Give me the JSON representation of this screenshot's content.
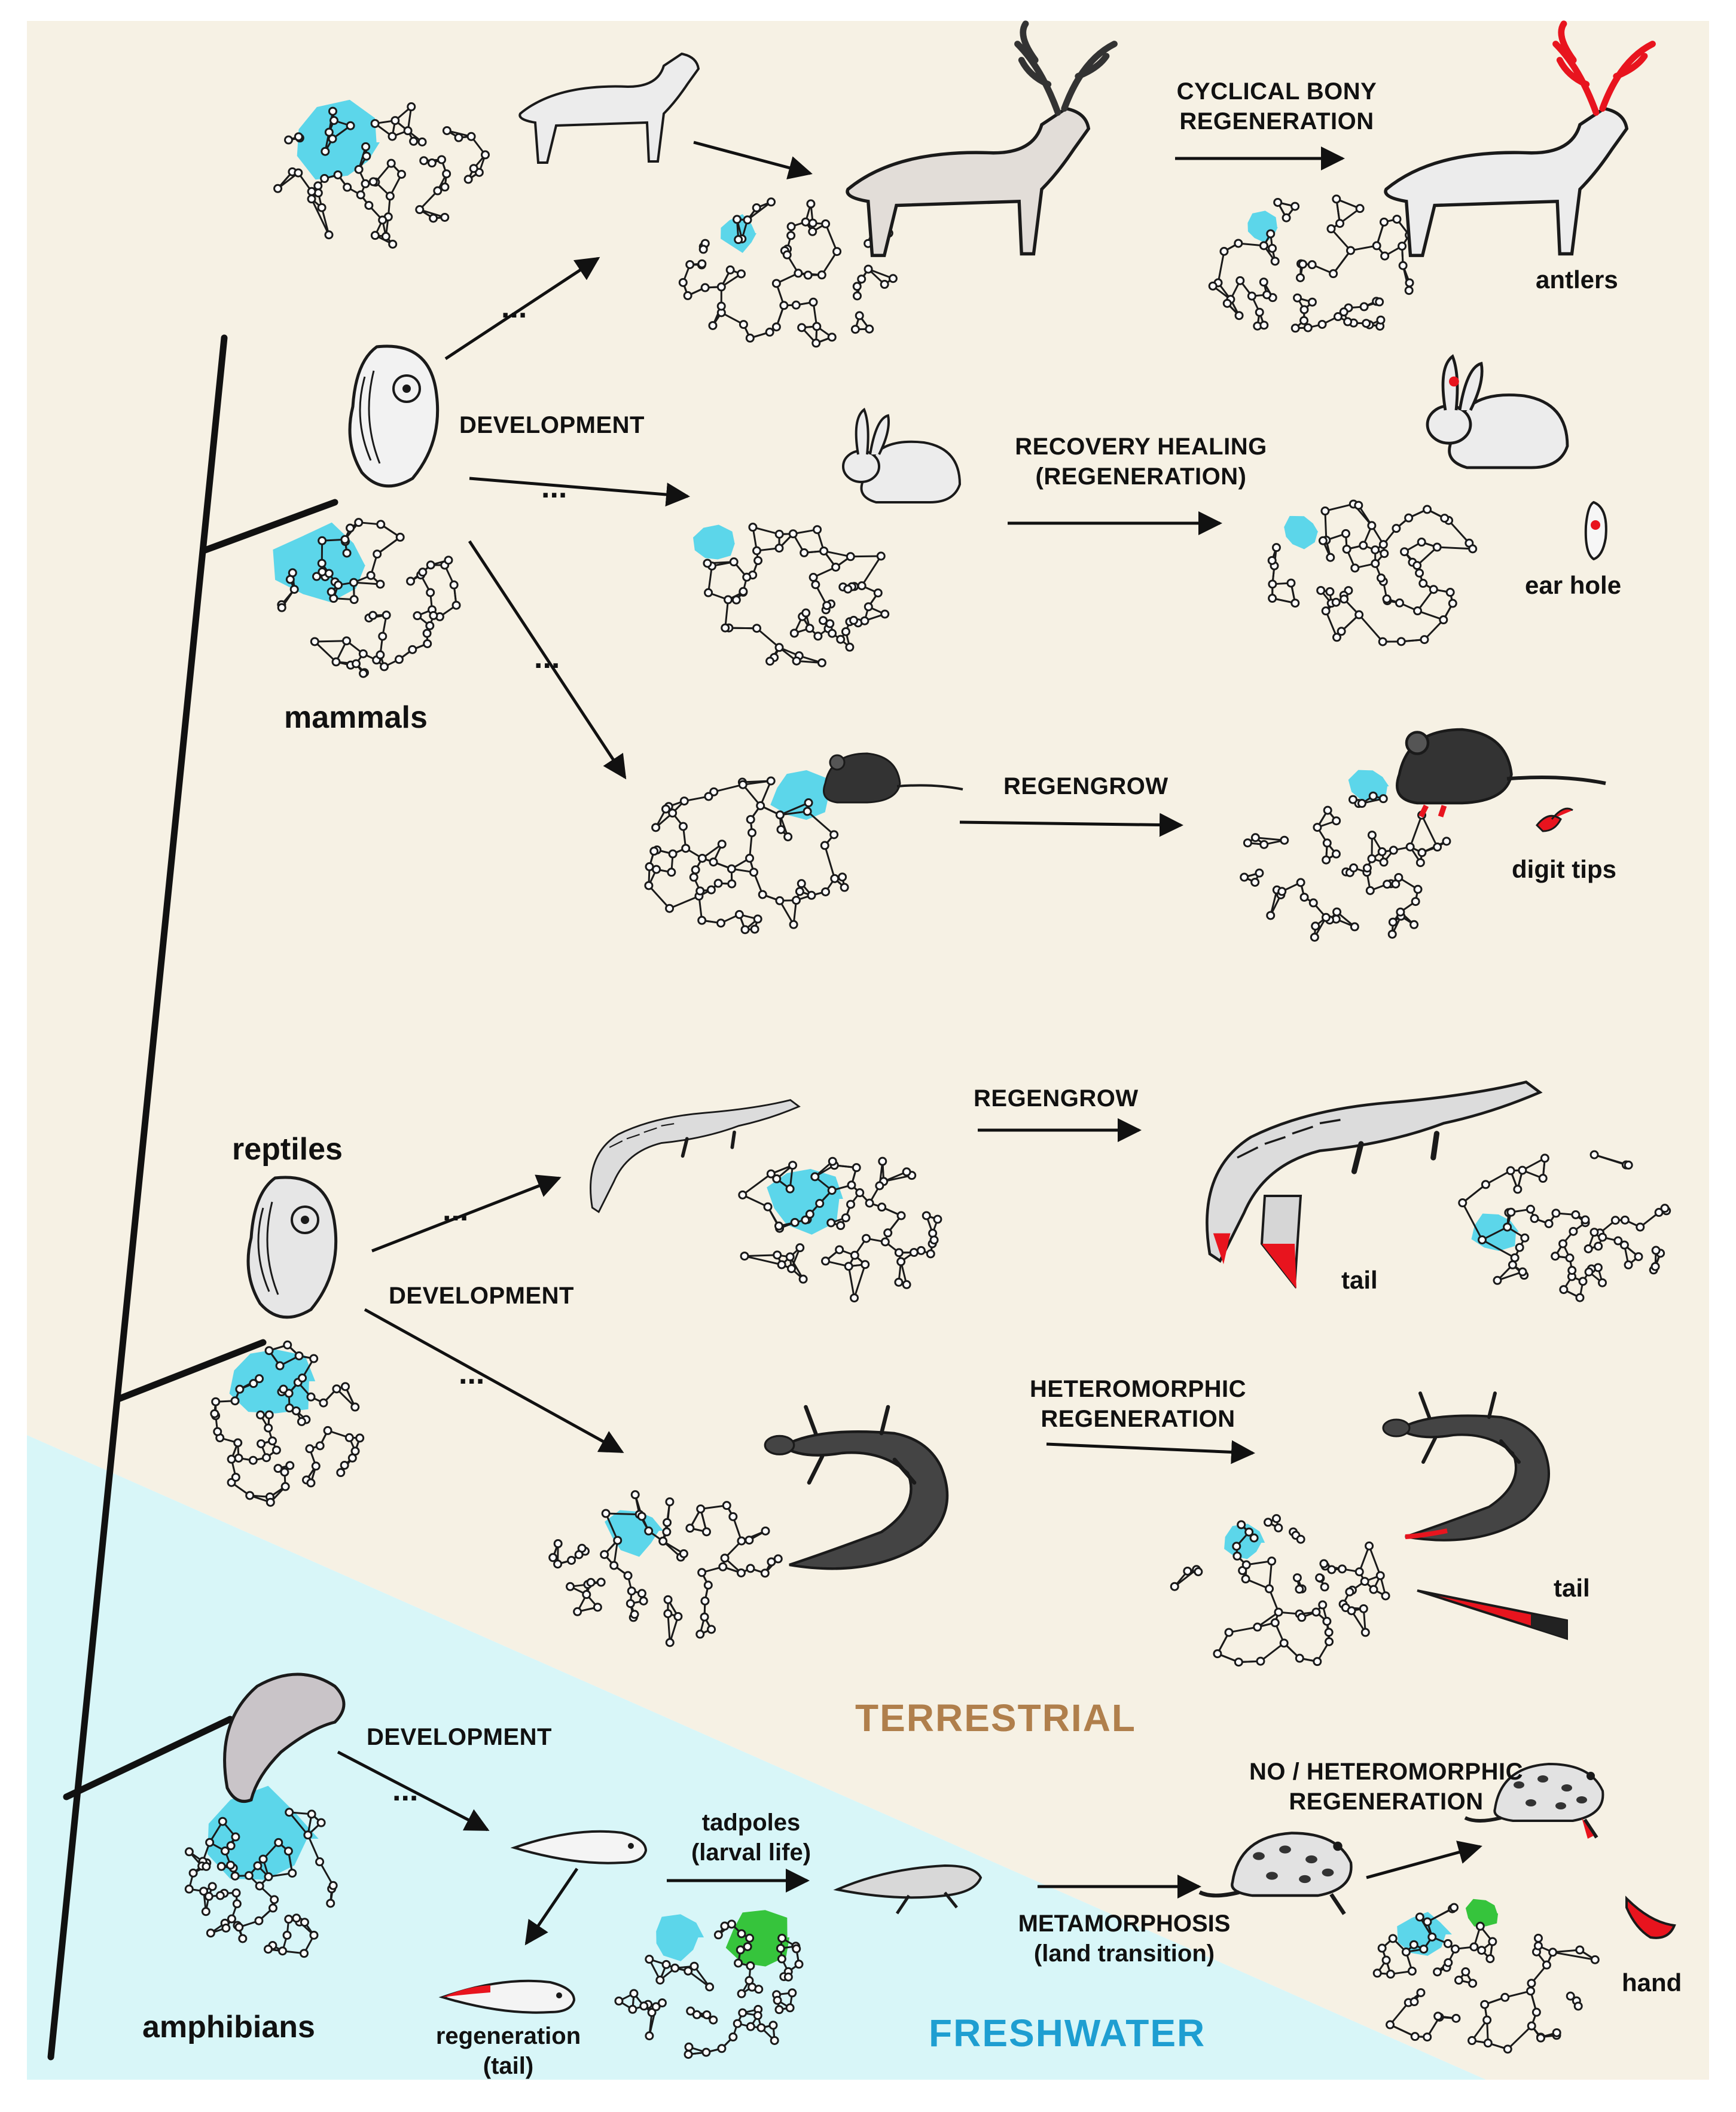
{
  "labels": {
    "cyclical": "CYCLICAL BONY\nREGENERATION",
    "antlers": "antlers",
    "development_mammals": "DEVELOPMENT",
    "recovery": "RECOVERY HEALING\n(REGENERATION)",
    "ear_hole": "ear hole",
    "regengrow_mouse": "REGENGROW",
    "digit_tips": "digit tips",
    "mammals": "mammals",
    "reptiles": "reptiles",
    "regengrow_croc": "REGENGROW",
    "development_reptiles": "DEVELOPMENT",
    "tail_croc": "tail",
    "heteromorphic": "HETEROMORPHIC\nREGENERATION",
    "tail_lizard": "tail",
    "terrestrial": "TERRESTRIAL",
    "development_amphibians": "DEVELOPMENT",
    "tadpoles": "tadpoles\n(larval life)",
    "no_heteromorphic": "NO / HETEROMORPHIC\nREGENERATION",
    "metamorphosis": "METAMORPHOSIS\n(land transition)",
    "hand": "hand",
    "amphibians": "amphibians",
    "regeneration_tail": "regeneration\n(tail)",
    "freshwater": "FRESHWATER",
    "ellipsis": "..."
  },
  "colors": {
    "terrestrial_bg": "#f6f1e4",
    "freshwater_bg": "#d8f6f8",
    "terrestrial_text": "#b07f4c",
    "freshwater_text": "#1e9ed1",
    "network_highlight": "#5cd6ea",
    "network_green": "#36c43c",
    "regenerated_part": "#e8141e",
    "line": "#111111"
  },
  "icons": [
    "reindeer-icon",
    "antlered-reindeer-icon",
    "mammal-embryo-icon",
    "hare-icon",
    "mouse-icon",
    "crocodile-icon",
    "reptile-embryo-icon",
    "lizard-icon",
    "amphibian-embryo-icon",
    "tadpole-icon",
    "juvenile-frog-icon",
    "frog-icon",
    "gene-network-icon"
  ]
}
